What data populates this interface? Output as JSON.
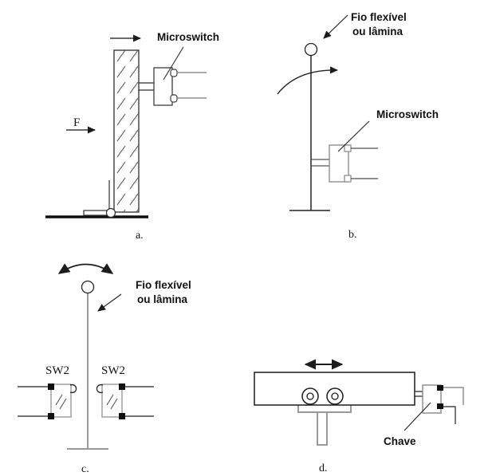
{
  "figure": {
    "background": "#ffffff",
    "line_color": "#1c1c1c",
    "gray_color": "#8f8f8f",
    "panels": {
      "a": {
        "caption": "a.",
        "force_label": "F",
        "microswitch_label": "Microswitch"
      },
      "b": {
        "caption": "b.",
        "sensor_label_line1": "Fio flexível",
        "sensor_label_line2": "ou lâmina",
        "microswitch_label": "Microswitch"
      },
      "c": {
        "caption": "c.",
        "sensor_label_line1": "Fio flexível",
        "sensor_label_line2": "ou lâmina",
        "switch_left_label": "SW2",
        "switch_right_label": "SW2"
      },
      "d": {
        "caption": "d.",
        "switch_label": "Chave"
      }
    }
  }
}
